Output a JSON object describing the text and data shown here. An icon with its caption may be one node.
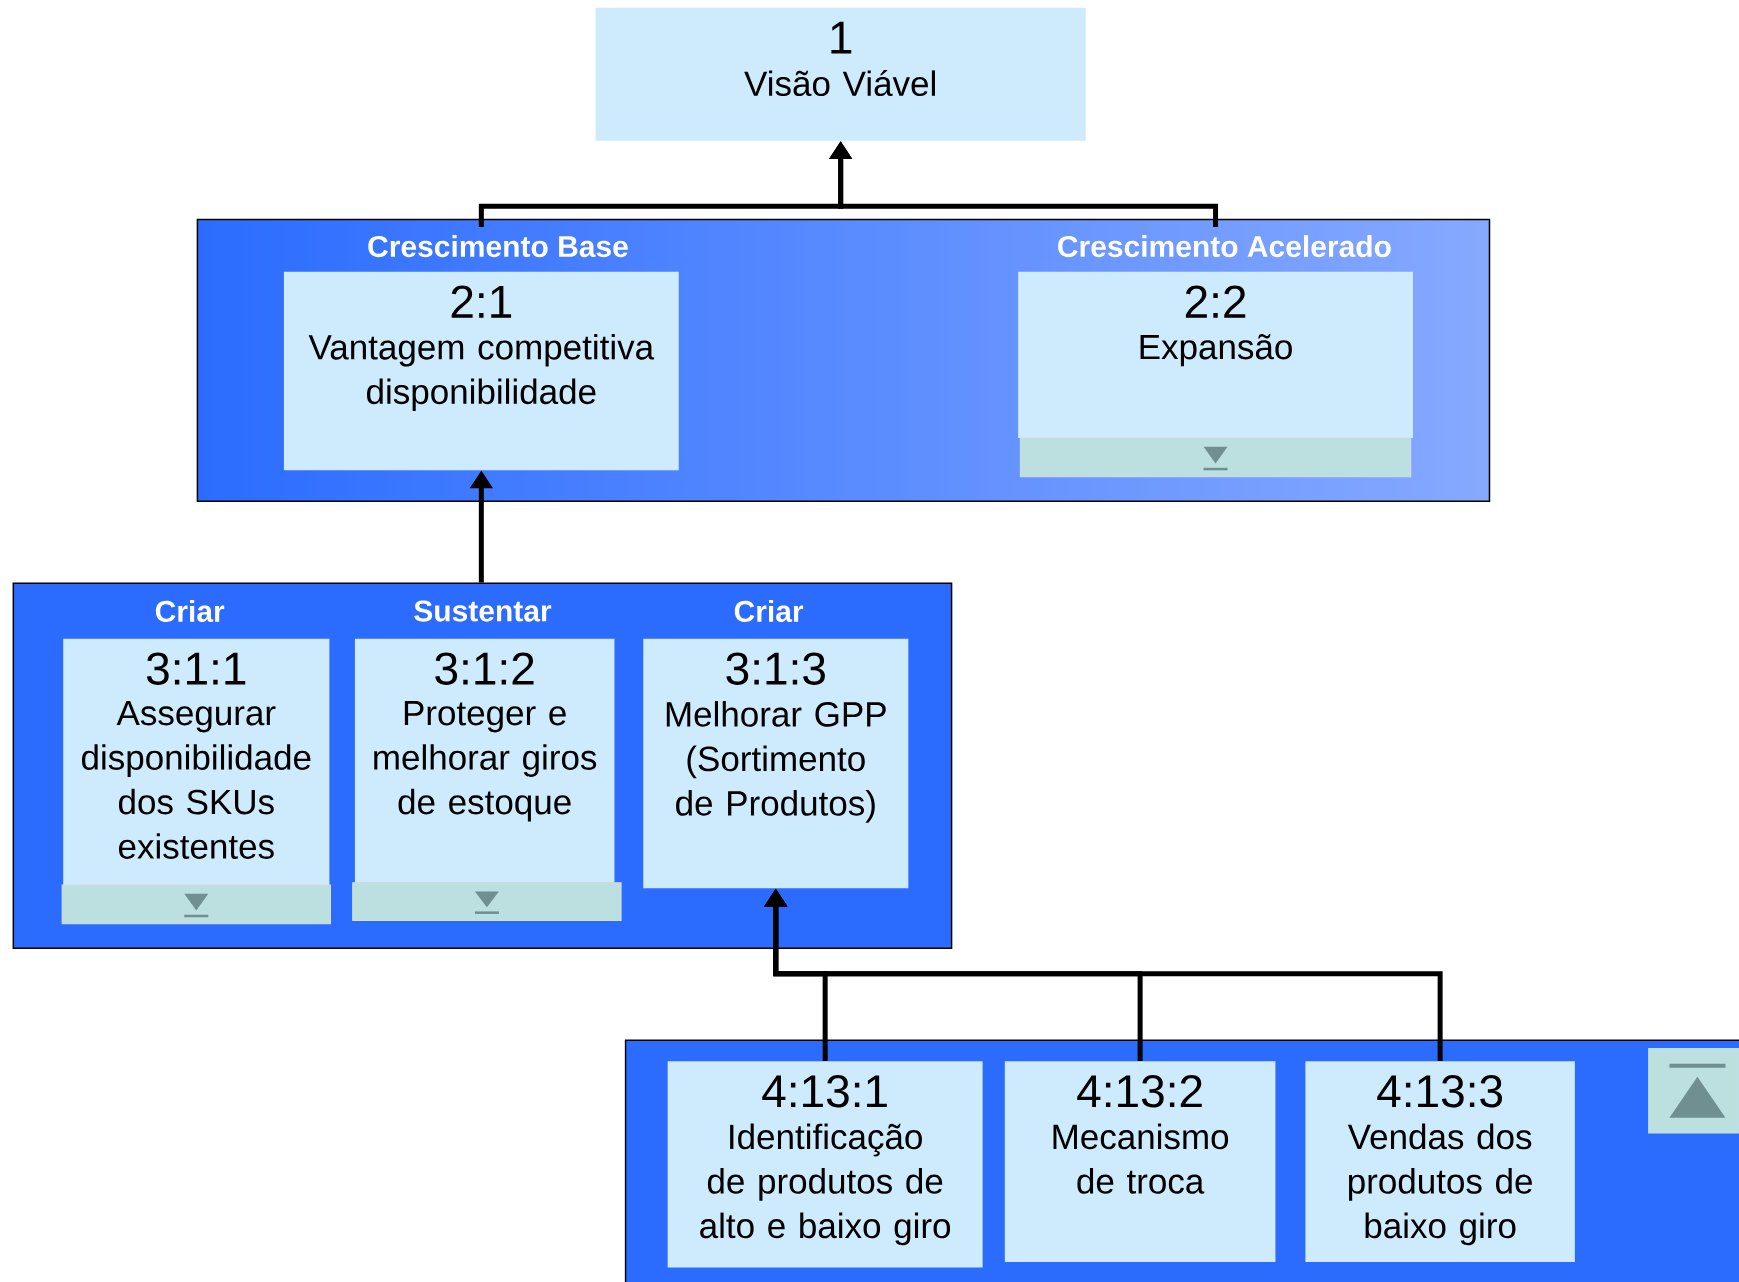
{
  "diagram": {
    "nodes": [
      {
        "text": [
          "1",
          "Visão Viável"
        ]
      },
      {
        "text": [],
        "shape": "box"
      },
      {
        "text": [
          "Crescimento Base",
          "2:1",
          "Vantagem competitiva disponibilidade"
        ],
        "in": 1
      },
      {
        "text": [
          "Crescimento Acelerado",
          "2:2",
          "Expansão"
        ],
        "in": 1
      },
      {
        "text": [],
        "shape": "box"
      },
      {
        "text": [
          "Criar",
          "3:1:1",
          "Assegurar disponibilidade dos SKUs existentes"
        ],
        "in": 4
      },
      {
        "text": [
          "Sustentar",
          "3:1:2",
          "Proteger e melhorar giros de estoque"
        ],
        "in": 4
      },
      {
        "text": [
          "Criar",
          "3:1:3",
          "Melhorar GPP (Sortimento de Produtos)"
        ],
        "in": 4
      },
      {
        "text": [],
        "shape": "box"
      },
      {
        "text": [
          "4:13:1",
          "Identificação de produtos de alto e baixo giro"
        ],
        "in": 8
      },
      {
        "text": [
          "4:13:2",
          "Mecanismo de troca"
        ],
        "in": 8
      },
      {
        "text": [
          "4:13:3",
          "Vendas dos produtos de baixo giro"
        ],
        "in": 8
      }
    ],
    "edges": [
      {
        "from": 2,
        "to": 0,
        "arrow": "to"
      },
      {
        "from": 3,
        "to": 0,
        "arrow": "to"
      },
      {
        "from": 4,
        "to": 2,
        "arrow": "to"
      },
      {
        "from": 9,
        "to": 7,
        "arrow": "to"
      },
      {
        "from": 10,
        "to": 7,
        "arrow": "to"
      },
      {
        "from": 11,
        "to": 7,
        "arrow": "to"
      }
    ]
  }
}
